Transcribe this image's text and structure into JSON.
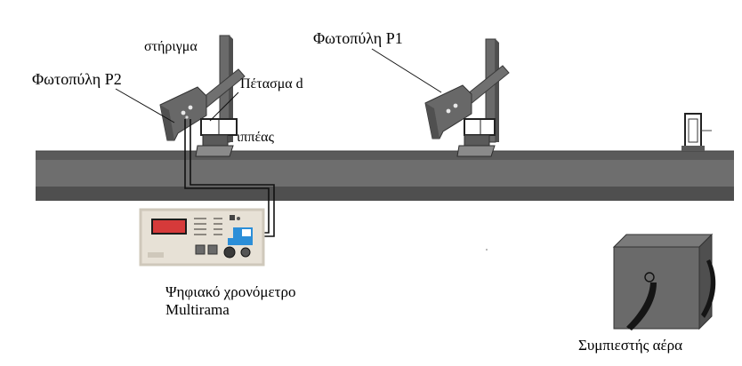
{
  "labels": {
    "support": "στήριγμα",
    "gate_p1": "Φωτοπύλη  P1",
    "gate_p2": "Φωτοπύλη  P2",
    "flag": "Πέτασμα d",
    "rider": "ιππέας",
    "timer_line1": "Ψηφιακό χρονόμετρο",
    "timer_line2": "Multirama",
    "compressor": "Συμπιεστής αέρα"
  },
  "colors": {
    "track_top": "#5e5e5e",
    "track_front": "#6f6f6f",
    "track_bottom": "#4d4d4d",
    "gate_body": "#676767",
    "compressor_body": "#6a6a6a",
    "timer_panel": "#e9e2d8",
    "timer_display": "#d63a3a",
    "timer_accent": "#2b8ed8"
  },
  "icons": {
    "photogate": "photogate-icon",
    "rider": "rider-icon",
    "timer": "timer-device-icon",
    "compressor": "compressor-icon",
    "bumper": "end-bumper-icon"
  }
}
